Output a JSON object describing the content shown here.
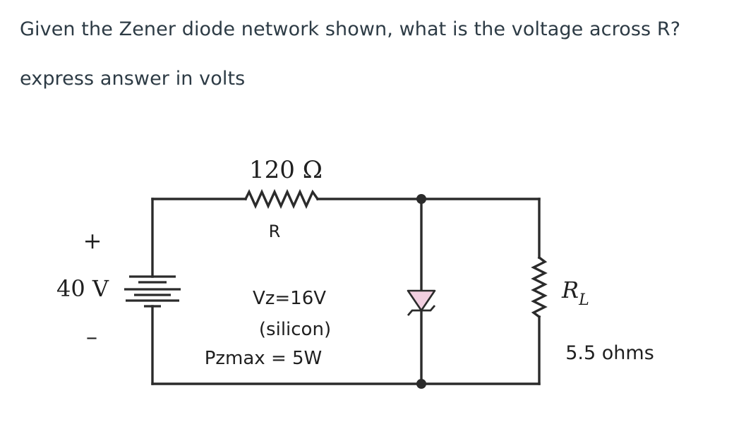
{
  "question": {
    "main": "Given the Zener diode network shown, what is the voltage across R?",
    "sub": "express answer in volts"
  },
  "circuit": {
    "source_voltage": "40 V",
    "source_plus": "+",
    "source_minus": "–",
    "series_resistance": "120 Ω",
    "series_resistor_name": "R",
    "zener_vz": "Vz=16V",
    "zener_material": "(silicon)",
    "zener_pzmax": "Pzmax = 5W",
    "load_name_main": "R",
    "load_name_sub": "L",
    "load_value": "5.5 ohms",
    "colors": {
      "wire": "#2b2b2b",
      "zener_fill": "#f2cfe0",
      "text": "#2d3b45"
    }
  }
}
